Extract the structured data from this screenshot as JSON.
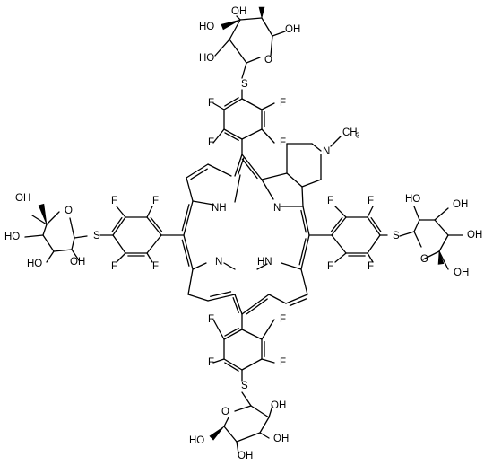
{
  "labels": {
    "fluorine": "F",
    "sulfur": "S",
    "ring_oxygen": "O",
    "hydroxyl_right": "OH",
    "hydroxyl_left": "HO",
    "nitrogen": "N",
    "pyrrole_nh": "NH",
    "pyrrole_hn": "HN",
    "methyl": "CH",
    "methyl_subscript": "3"
  }
}
